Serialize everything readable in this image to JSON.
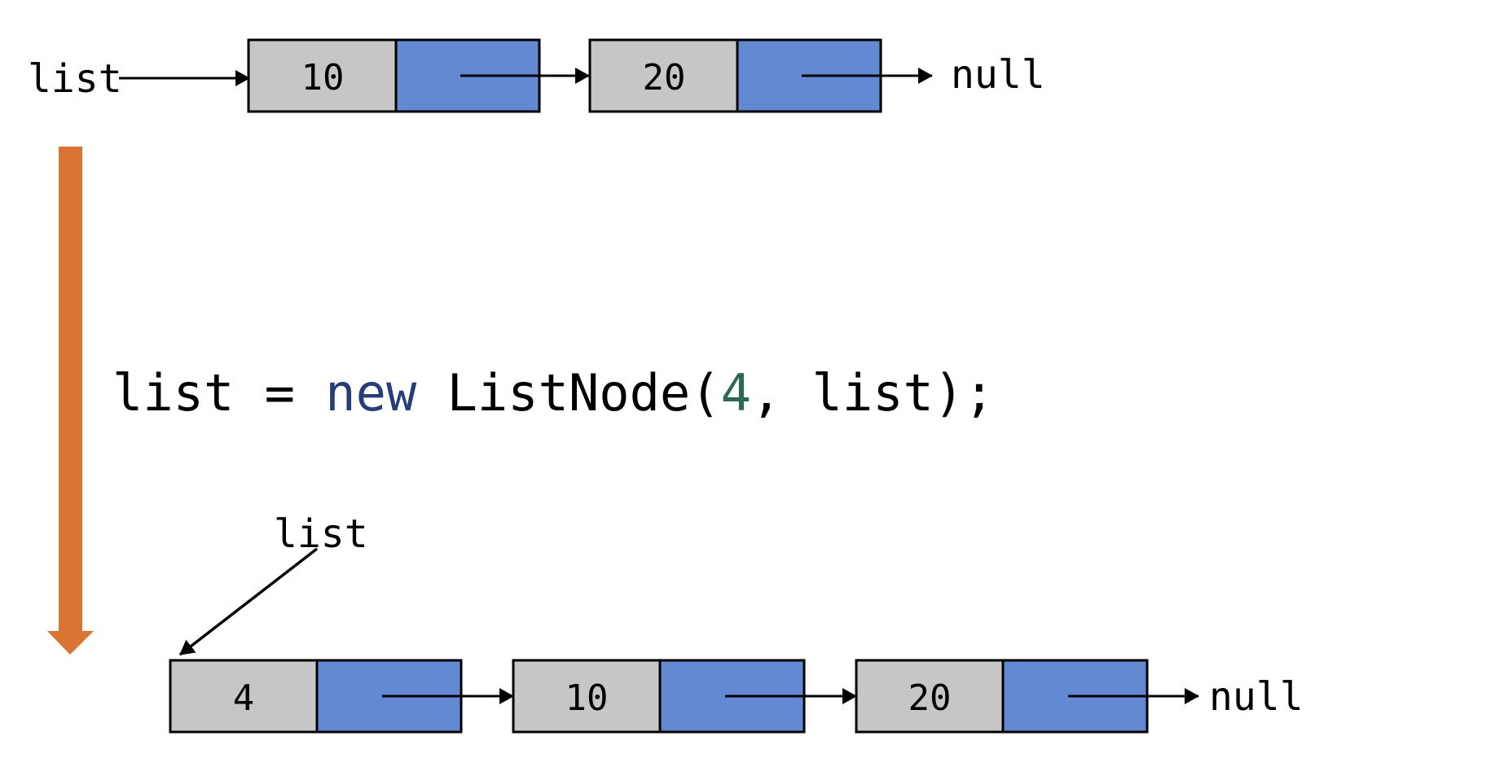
{
  "colors": {
    "value_cell": "#c6c6c6",
    "pointer_cell": "#6289d1",
    "stroke": "#000000",
    "step_arrow": "#d97432",
    "keyword": "#263e78",
    "number_literal": "#2b6a50"
  },
  "before": {
    "pointer_label": "list",
    "nodes": [
      {
        "value": "10"
      },
      {
        "value": "20"
      }
    ],
    "terminator": "null"
  },
  "code": {
    "part1": "list = ",
    "keyword": "new",
    "part2": " ListNode(",
    "number": "4",
    "part3": ", list);"
  },
  "after": {
    "pointer_label": "list",
    "nodes": [
      {
        "value": "4"
      },
      {
        "value": "10"
      },
      {
        "value": "20"
      }
    ],
    "terminator": "null"
  }
}
